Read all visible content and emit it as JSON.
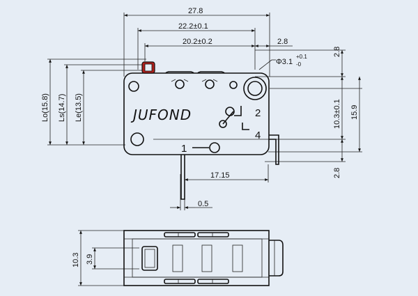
{
  "brand": "JUFOND",
  "dimensions": {
    "overall_width": "27.8",
    "hole_spacing": "22.2±0.1",
    "plunger_offset": "20.2±0.2",
    "hole_edge": "2.8",
    "hole_diameter_base": "Φ3.1",
    "hole_diameter_tol_plus": "+0.1",
    "hole_diameter_tol_minus": "-0",
    "lo": "Lo(15.8)",
    "ls": "Ls(14.7)",
    "le": "Le(13.5)",
    "hole_vertical": "10.3±0.1",
    "height": "15.9",
    "top_edge": "2.8",
    "bottom_edge": "2.8",
    "terminal_spacing": "17.15",
    "terminal_thickness": "0.5",
    "body_thickness": "10.3",
    "center_offset": "3.9"
  },
  "terminals": {
    "common": "1",
    "nc": "2",
    "no": "4"
  },
  "colors": {
    "background": "#e6edf5",
    "line": "#111111",
    "plunger": "#b0201c"
  }
}
